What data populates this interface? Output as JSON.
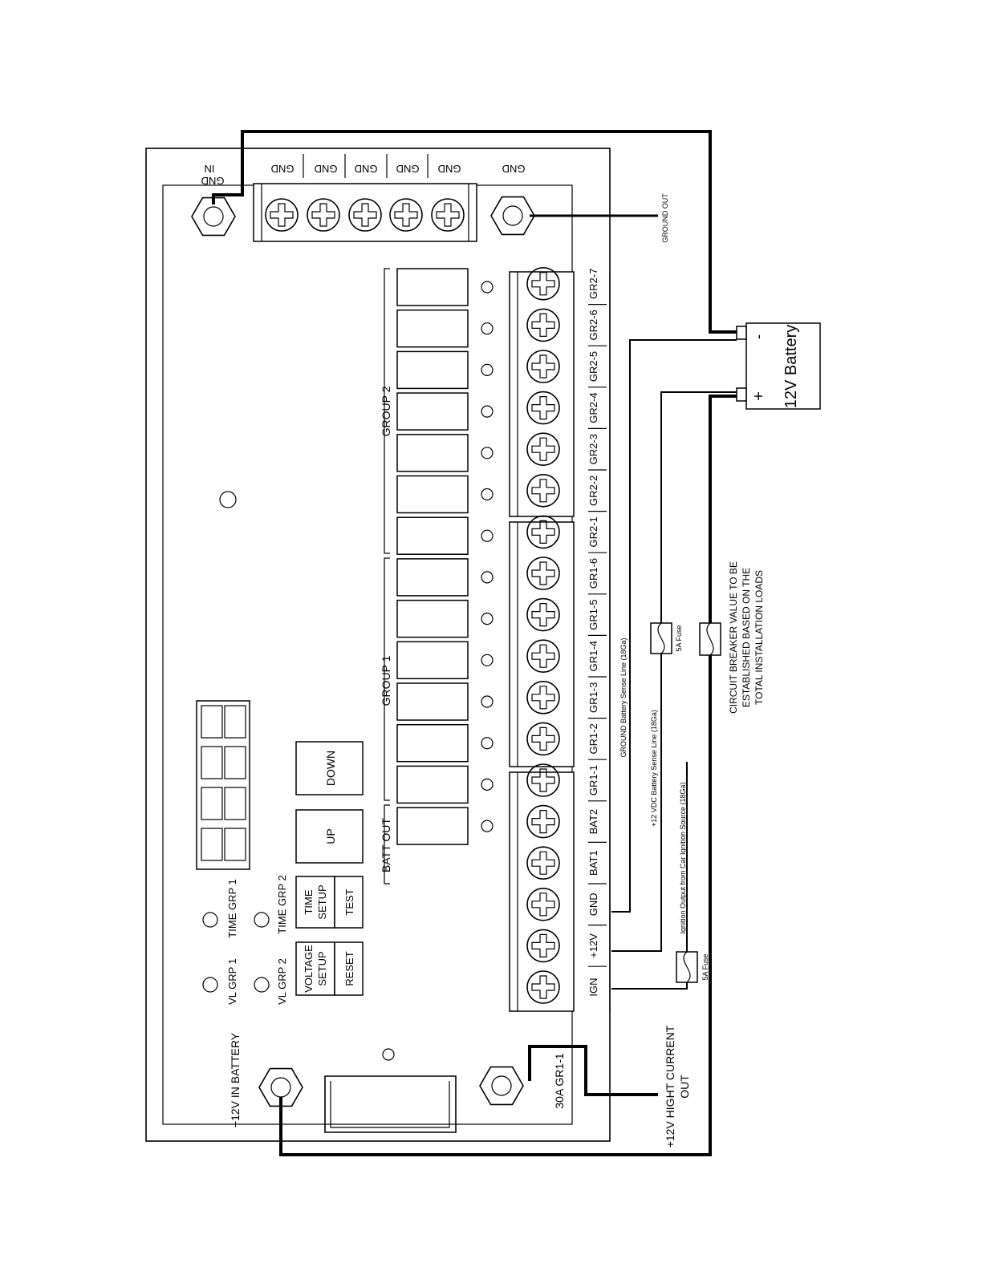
{
  "board": {
    "gnd_in_label": "GND IN",
    "gnd_label": "GND",
    "group2_label": "GROUP 2",
    "group1_label": "GROUP 1",
    "batt_out_label": "BATT OUT",
    "terminal_labels": [
      "IGN",
      "+12V",
      "GND",
      "BAT1",
      "BAT2",
      "GR1-1",
      "GR1-2",
      "GR1-3",
      "GR1-4",
      "GR1-5",
      "GR1-6",
      "GR2-1",
      "GR2-2",
      "GR2-3",
      "GR2-4",
      "GR2-5",
      "GR2-6",
      "GR2-7"
    ],
    "in_battery_label": "+12V IN BATTERY",
    "breaker_label": "30A GR1-1",
    "leds": {
      "vl_grp1": "VL GRP 1",
      "time_grp1": "TIME GRP 1",
      "vl_grp2": "VL GRP 2",
      "time_grp2": "TIME GRP 2"
    },
    "buttons": {
      "voltage_setup": [
        "VOLTAGE",
        "SETUP"
      ],
      "time_setup": [
        "TIME",
        "SETUP"
      ],
      "reset": "RESET",
      "test": "TEST",
      "up": "UP",
      "down": "DOWN"
    }
  },
  "wiring": {
    "ground_out_label": "GROUND OUT",
    "battery_label": "12V Battery",
    "battery_minus": "-",
    "battery_plus": "+",
    "ground_sense_label": "GROUND Battery Sense Line (18Ga)",
    "vdc_sense_label": "+12 VDC Battery Sense Line (18Ga)",
    "ignition_label": "Ignition Output from Car Ignition Source (18Ga)",
    "fuse_label": "5A Fuse",
    "breaker_note": [
      "CIRCUIT BREAKER VALUE TO BE",
      "ESTABLISHED BASED ON THE",
      "TOTAL INSTALLATION LOADS"
    ],
    "high_current_label": [
      "+12V HIGHT CURRENT",
      "OUT"
    ]
  }
}
